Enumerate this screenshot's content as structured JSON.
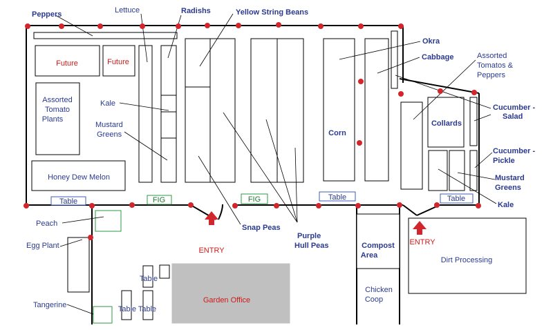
{
  "colors": {
    "fence": "#000000",
    "post": "#d1262c",
    "label_blue": "#2b3a8f",
    "label_red": "#cc1a1a",
    "label_green": "#1d7a2f",
    "table_border": "#3b5bb8",
    "fig_border": "#2e9a46",
    "office_fill": "#c0c0c0",
    "entry_arrow": "#d1262c"
  },
  "labels": {
    "peppers": "Peppers",
    "lettuce": "Lettuce",
    "radishs": "Radishs",
    "yellow_string_beans": "Yellow String Beans",
    "okra": "Okra",
    "cabbage": "Cabbage",
    "assorted_tp_1": "Assorted",
    "assorted_tp_2": "Tomatos &",
    "assorted_tp_3": "Peppers",
    "future_1": "Future",
    "future_2": "Future",
    "assorted_tomato_1": "Assorted",
    "assorted_tomato_2": "Tomato",
    "assorted_tomato_3": "Plants",
    "kale_left": "Kale",
    "mustard_left_1": "Mustard",
    "mustard_left_2": "Greens",
    "corn": "Corn",
    "collards": "Collards",
    "cucumber_salad_1": "Cucumber -",
    "cucumber_salad_2": "Salad",
    "cucumber_pickle_1": "Cucumber -",
    "cucumber_pickle_2": "Pickle",
    "mustard_right_1": "Mustard",
    "mustard_right_2": "Greens",
    "kale_right": "Kale",
    "honey_dew": "Honey Dew Melon",
    "table_1": "Table",
    "table_2": "Table",
    "table_3": "Table",
    "table_4": "Table",
    "table_5": "Table",
    "table_6": "Table",
    "fig_1": "FIG",
    "fig_2": "FIG",
    "snap_peas": "Snap Peas",
    "purple_1": "Purple",
    "purple_2": "Hull Peas",
    "compost_1": "Compost",
    "compost_2": "Area",
    "chicken_1": "Chicken",
    "chicken_2": "Coop",
    "entry_1": "ENTRY",
    "entry_2": "ENTRY",
    "dirt_processing": "Dirt Processing",
    "peach": "Peach",
    "egg_plant": "Egg Plant",
    "tangerine": "Tangerine",
    "garden_office": "Garden Office"
  }
}
